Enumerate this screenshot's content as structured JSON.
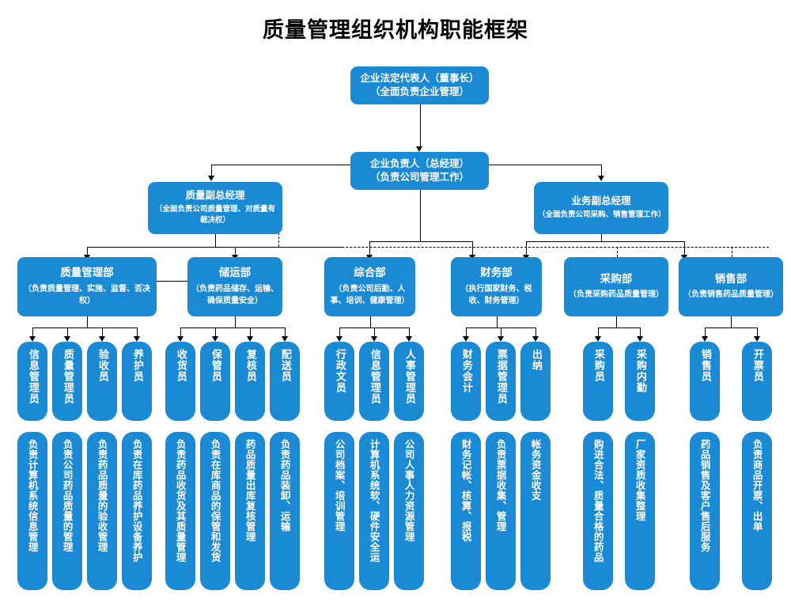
{
  "page": {
    "title": "质量管理组织机构职能框架",
    "accent_color": "#1b8ad5",
    "line_color": "#000000",
    "background": "#ffffff"
  },
  "chart_data": {
    "type": "diagram",
    "title": "质量管理组织机构职能框架",
    "orientation": "top-down org chart"
  },
  "nodes": {
    "chairman": {
      "title": "企业法定代表人（董事长）",
      "subtitle": "（全面负责企业管理）"
    },
    "general_manager": {
      "title": "企业负责人（总经理）",
      "subtitle": "（负责公司管理工作）"
    },
    "quality_vp": {
      "title": "质量副总经理",
      "subtitle": "（全面负责公司质量管理、对质量有裁决权）"
    },
    "business_vp": {
      "title": "业务副总经理",
      "subtitle": "（全面负责公司采购、销售管理工作）"
    }
  },
  "departments": [
    {
      "id": "quality-management",
      "title": "质量管理部",
      "subtitle": "（负责质量管理、实施、监督、否决权）",
      "roles": [
        {
          "name": "信息管理员",
          "duty": "负责计算机系统信息管理"
        },
        {
          "name": "质量管理员",
          "duty": "负责公司药品质量的管理"
        },
        {
          "name": "验收员",
          "duty": "负责药品质量的验收管理"
        },
        {
          "name": "养护员",
          "duty": "负责在库药品养护设备养护"
        }
      ]
    },
    {
      "id": "storage-transport",
      "title": "储运部",
      "subtitle": "（负责药品储存、运输、确保质量安全）",
      "roles": [
        {
          "name": "收货员",
          "duty": "负责药品收货及其质量管理"
        },
        {
          "name": "保管员",
          "duty": "负责在库商品的保管和发货"
        },
        {
          "name": "复核员",
          "duty": "药品质量出库复核管理"
        },
        {
          "name": "配送员",
          "duty": "负责药品装卸、运输"
        }
      ]
    },
    {
      "id": "general-affairs",
      "title": "综合部",
      "subtitle": "（负责公司后勤、人事、培训、健康管理）",
      "roles": [
        {
          "name": "行政文员",
          "duty": "公司档案、培训管理"
        },
        {
          "name": "信息管理员",
          "duty": "计算机系统软、硬件安全运"
        },
        {
          "name": "人事管理员",
          "duty": "公司人事人力资源管理"
        }
      ]
    },
    {
      "id": "finance",
      "title": "财务部",
      "subtitle": "（执行国家财务、税收、财务管理）",
      "roles": [
        {
          "name": "财务会计",
          "duty": "财务记帐、核算、报税"
        },
        {
          "name": "票据管理员",
          "duty": "负责票据收集、管理"
        },
        {
          "name": "出纳",
          "duty": "帐务资金收支"
        }
      ]
    },
    {
      "id": "purchasing",
      "title": "采购部",
      "subtitle": "（负责采购药品质量管理）",
      "roles": [
        {
          "name": "采购员",
          "duty": "购进合法、质量合格的药品"
        },
        {
          "name": "采购内勤",
          "duty": "厂家资质收集整理"
        }
      ]
    },
    {
      "id": "sales",
      "title": "销售部",
      "subtitle": "（负责销售药品质量管理）",
      "roles": [
        {
          "name": "销售员",
          "duty": "药品销售及客户售后服务"
        },
        {
          "name": "开票员",
          "duty": "负责商品开票、出单"
        }
      ]
    }
  ]
}
